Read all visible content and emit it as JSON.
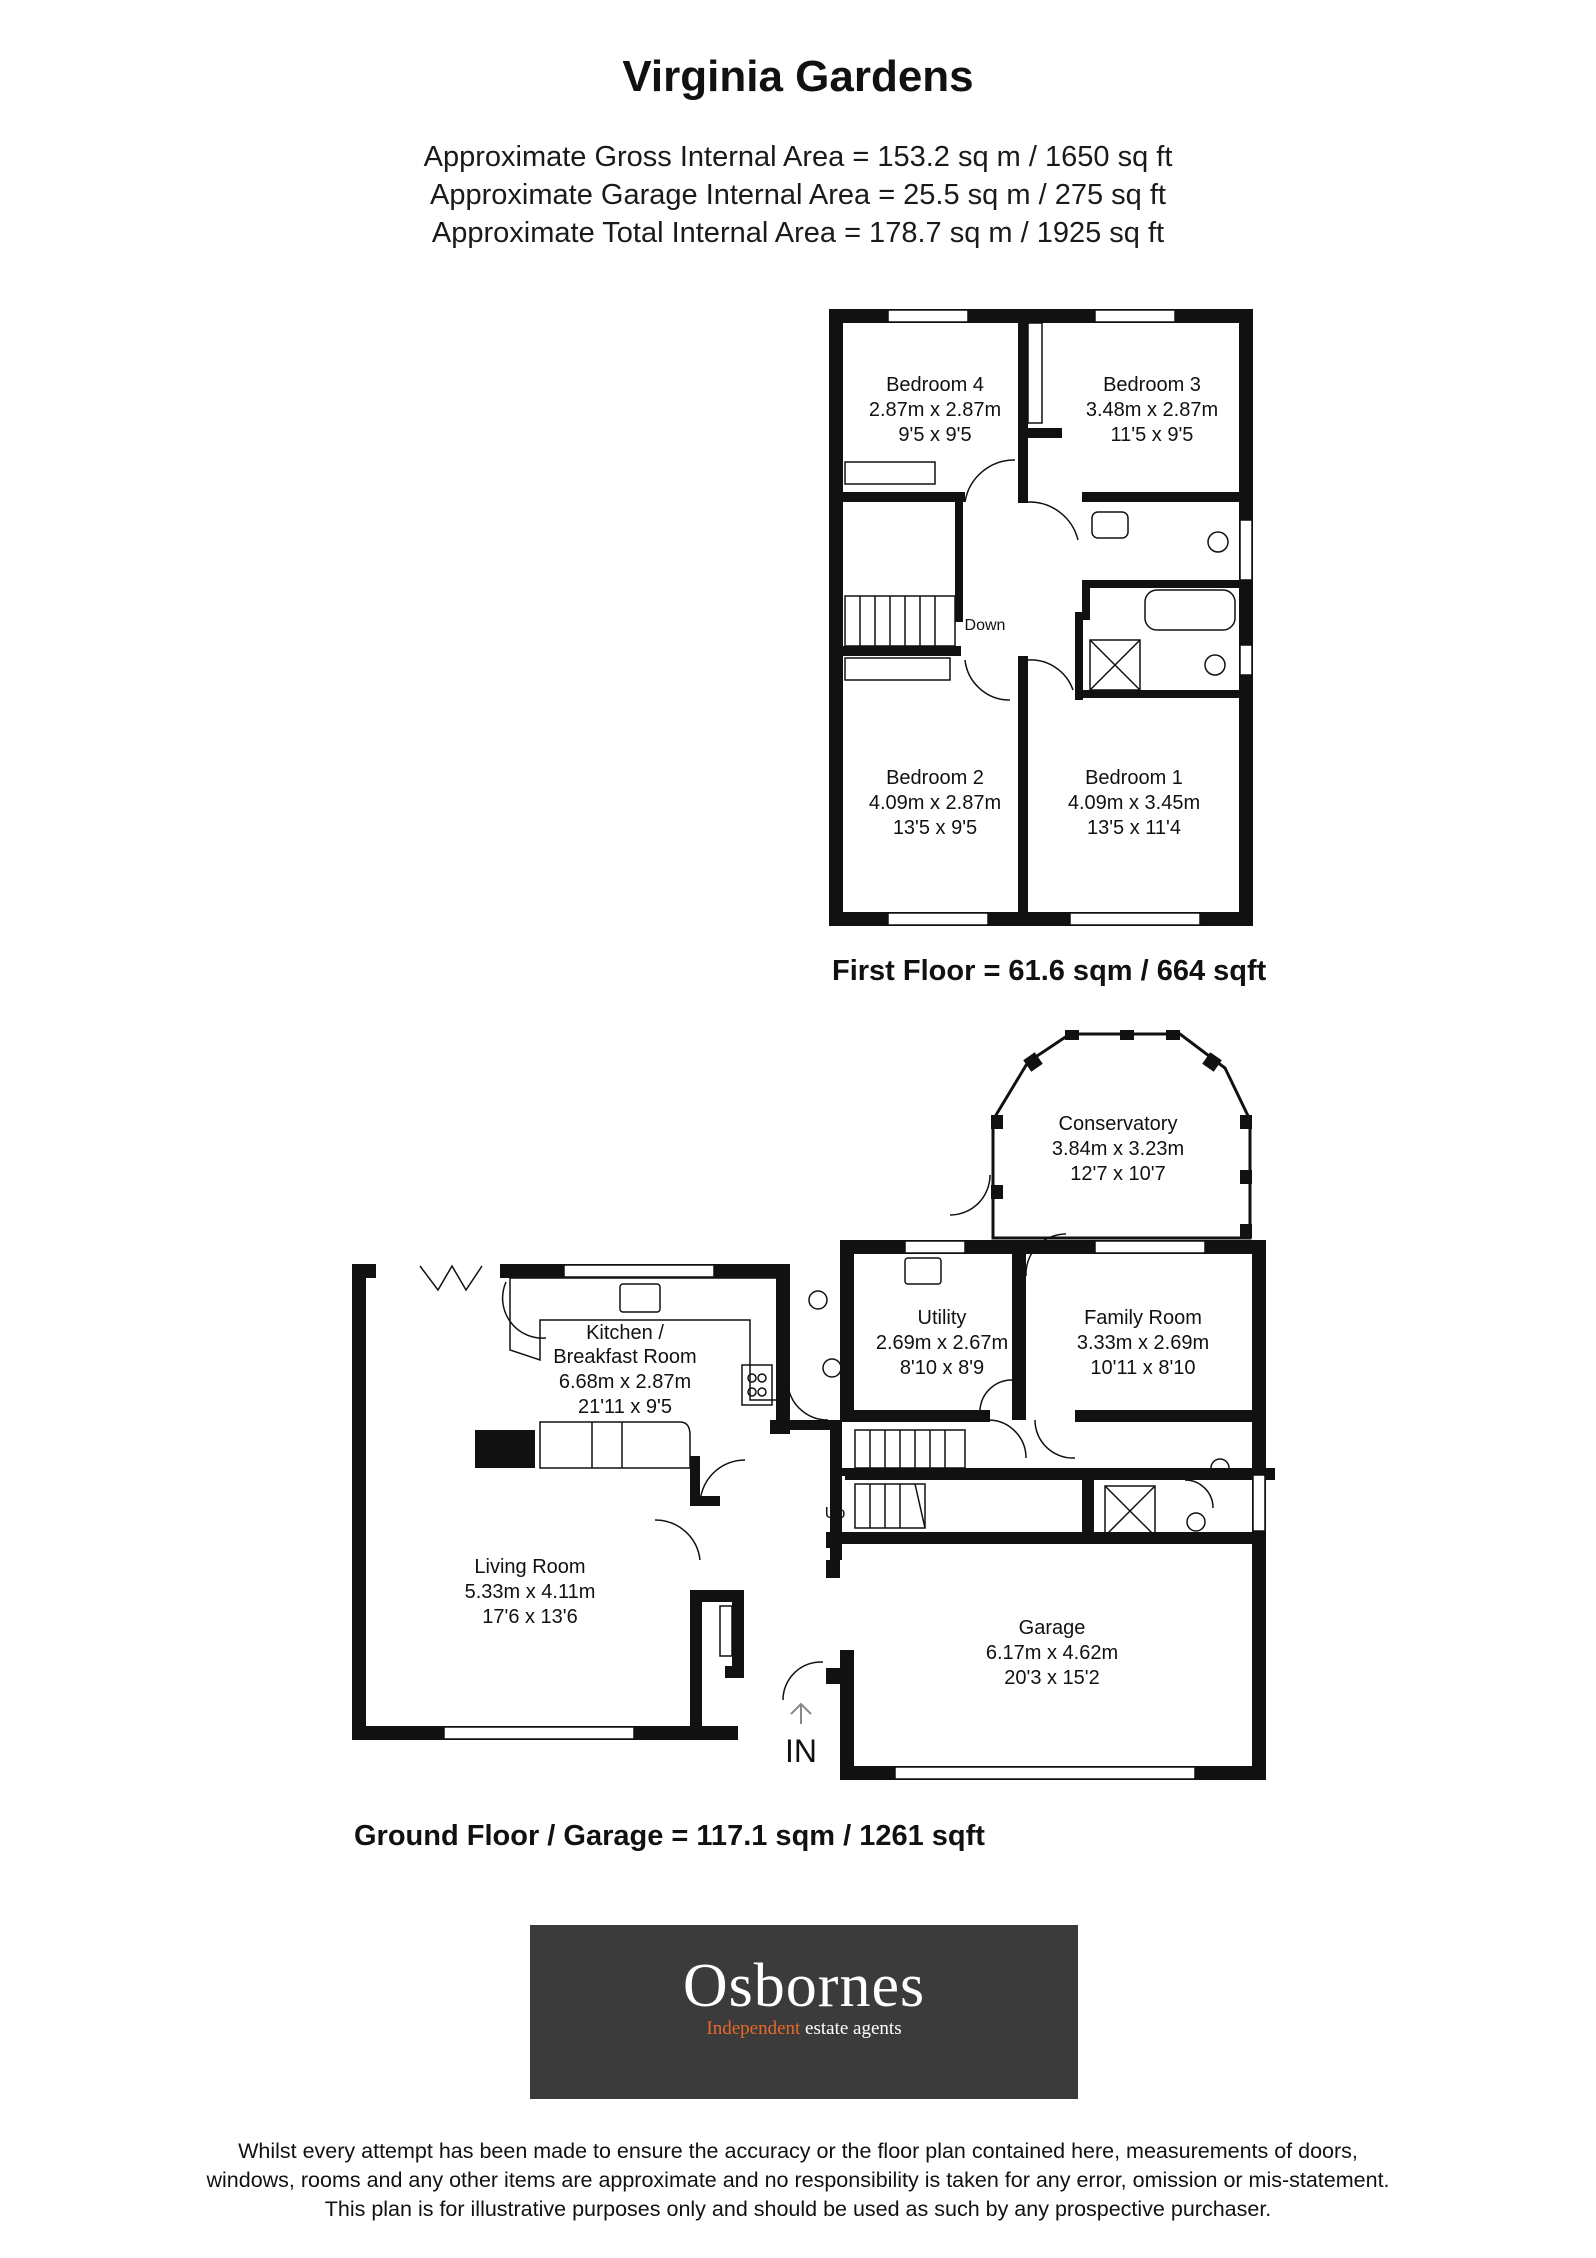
{
  "title": "Virginia Gardens",
  "areas": [
    "Approximate Gross Internal Area = 153.2 sq m / 1650 sq ft",
    "Approximate Garage Internal Area = 25.5 sq m / 275 sq ft",
    "Approximate Total Internal Area = 178.7 sq m / 1925 sq ft"
  ],
  "first_floor": {
    "total": "First Floor = 61.6 sqm / 664 sqft",
    "rooms": {
      "bedroom4": {
        "name": "Bedroom 4",
        "metric": "2.87m x 2.87m",
        "imperial": "9'5 x 9'5"
      },
      "bedroom3": {
        "name": "Bedroom 3",
        "metric": "3.48m x 2.87m",
        "imperial": "11'5 x 9'5"
      },
      "bedroom2": {
        "name": "Bedroom 2",
        "metric": "4.09m x 2.87m",
        "imperial": "13'5 x 9'5"
      },
      "bedroom1": {
        "name": "Bedroom 1",
        "metric": "4.09m x 3.45m",
        "imperial": "13'5 x 11'4"
      }
    },
    "stairs_label": "Down"
  },
  "ground_floor": {
    "total": "Ground Floor / Garage = 117.1 sqm / 1261 sqft",
    "rooms": {
      "conservatory": {
        "name": "Conservatory",
        "metric": "3.84m x 3.23m",
        "imperial": "12'7 x 10'7"
      },
      "kitchen": {
        "name": "Kitchen /",
        "name2": "Breakfast Room",
        "metric": "6.68m x 2.87m",
        "imperial": "21'11 x 9'5"
      },
      "utility": {
        "name": "Utility",
        "metric": "2.69m x 2.67m",
        "imperial": "8'10 x 8'9"
      },
      "family": {
        "name": "Family Room",
        "metric": "3.33m x 2.69m",
        "imperial": "10'11 x 8'10"
      },
      "living": {
        "name": "Living Room",
        "metric": "5.33m x 4.11m",
        "imperial": "17'6 x 13'6"
      },
      "garage": {
        "name": "Garage",
        "metric": "6.17m x 4.62m",
        "imperial": "20'3 x 15'2"
      }
    },
    "stairs_label": "Up",
    "entrance_label": "IN"
  },
  "logo": {
    "name": "Osbornes",
    "tag_accent": "Independent",
    "tag_rest": " estate agents"
  },
  "disclaimer": [
    "Whilst every attempt has been made to ensure the accuracy or the floor plan contained here, measurements of doors,",
    "windows, rooms and any other items are approximate and no responsibility is taken for any error, omission or mis-statement.",
    "This plan is for illustrative purposes only and should be used as such by any prospective purchaser."
  ]
}
